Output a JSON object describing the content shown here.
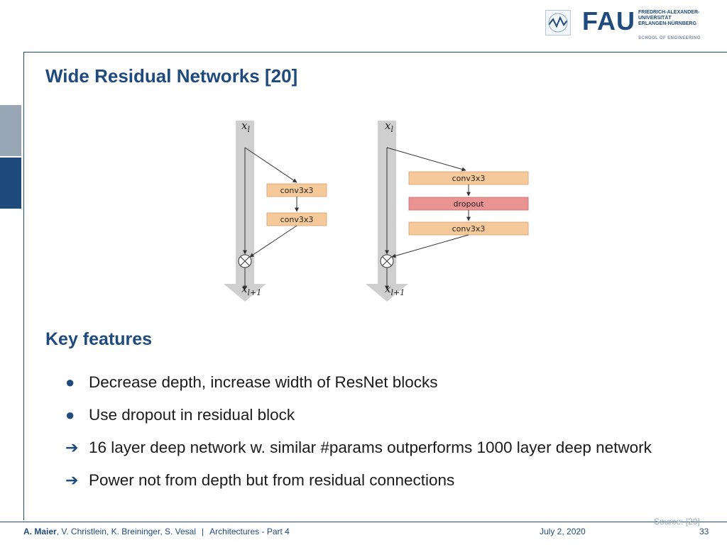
{
  "header": {
    "logo_main": "FAU",
    "logo_lines": [
      "FRIEDRICH-ALEXANDER-",
      "UNIVERSITÄT",
      "ERLANGEN-NÜRNBERG"
    ],
    "logo_school": "SCHOOL OF ENGINEERING",
    "emblem_icon": "wave-emblem-icon"
  },
  "slide": {
    "title": "Wide Residual Networks [20]",
    "section_title": "Key features",
    "bullets": [
      {
        "marker": "●",
        "text": "Decrease depth, increase width of ResNet blocks"
      },
      {
        "marker": "●",
        "text": "Use dropout in residual block"
      },
      {
        "marker": "➔",
        "text": "16 layer deep network w. similar #params outperforms 1000 layer deep network"
      },
      {
        "marker": "➔",
        "text": "Power not from depth but from residual connections"
      }
    ],
    "source": "Source: [20]"
  },
  "diagram": {
    "left": {
      "input_label": "x",
      "input_sub": "l",
      "output_label": "x",
      "output_sub": "l+1",
      "blocks": [
        "conv3x3",
        "conv3x3"
      ]
    },
    "right": {
      "input_label": "x",
      "input_sub": "l",
      "output_label": "x",
      "output_sub": "l+1",
      "blocks": [
        "conv3x3",
        "dropout",
        "conv3x3"
      ]
    },
    "colors": {
      "conv": "#f6c99b",
      "dropout": "#e99393",
      "stream": "#cfcfcf",
      "arrow": "#333333"
    }
  },
  "footer": {
    "author_bold": "A. Maier",
    "authors_rest": ", V. Christlein, K. Breininger, S. Vesal",
    "separator": "|",
    "lecture": "Architectures - Part 4",
    "date": "July 2, 2020",
    "page": "33"
  },
  "colors": {
    "accent": "#1f4a7d",
    "side_tab_light": "#98a6b6"
  }
}
